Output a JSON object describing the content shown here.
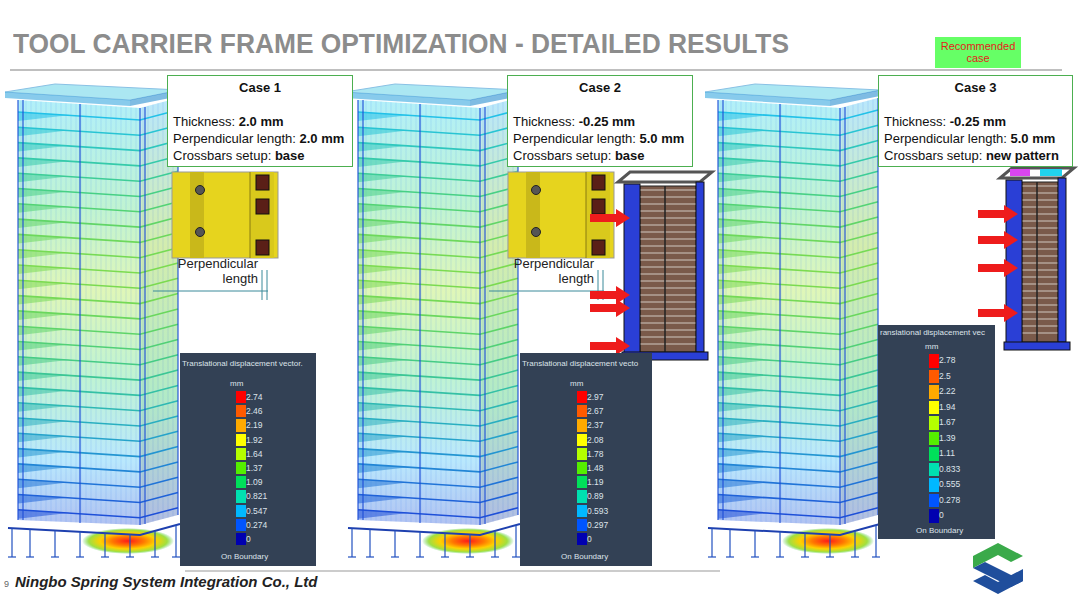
{
  "diagram": {
    "title": "TOOL CARRIER FRAME OPTIMIZATION - DETAILED RESULTS",
    "nodes": [
      {
        "text": [
          "Case 1",
          "Thickness: 2.0 mm",
          "Perpendicular length: 2.0 mm",
          "Crossbars setup: base"
        ]
      },
      {
        "text": [
          "Case 2",
          "Thickness: -0.25 mm",
          "Perpendicular length: 5.0 mm",
          "Crossbars setup: base"
        ]
      },
      {
        "text": [
          "Recommended case"
        ]
      },
      {
        "text": [
          "Case 3",
          "Thickness: -0.25 mm",
          "Perpendicular length: 5.0 mm",
          "Crossbars setup: new pattern"
        ]
      },
      {
        "text": [
          "Translational displacement vector.",
          "mm",
          "2.74",
          "2.46",
          "2.19",
          "1.92",
          "1.64",
          "1.37",
          "1.09",
          "0.821",
          "0.547",
          "0.274",
          "0",
          "On Boundary"
        ]
      },
      {
        "text": [
          "Translational displacement vecto",
          "mm",
          "2.97",
          "2.67",
          "2.37",
          "2.08",
          "1.78",
          "1.48",
          "1.19",
          "0.89",
          "0.593",
          "0.297",
          "0",
          "On Boundary"
        ]
      },
      {
        "text": [
          "ranslational displacement vec",
          "mm",
          "2.78",
          "2.5",
          "2.22",
          "1.94",
          "1.67",
          "1.39",
          "1.11",
          "0.833",
          "0.555",
          "0.278",
          "0",
          "On Boundary"
        ]
      }
    ],
    "labels": [
      "Perpendicular length",
      "Perpendicular length",
      "9",
      "Ningbo Spring System Integration Co., Ltd"
    ]
  }
}
